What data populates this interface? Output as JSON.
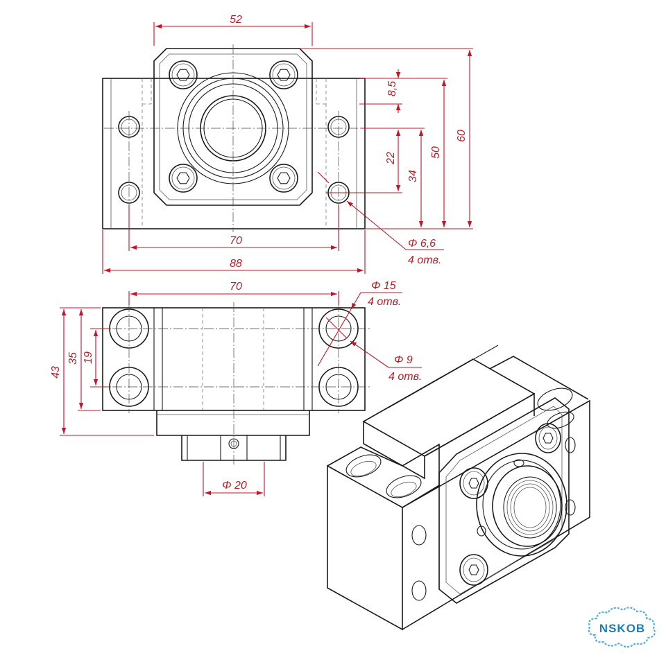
{
  "drawing": {
    "dimensions": {
      "top_width": "52",
      "right_8_5": "8,5",
      "right_60": "60",
      "right_50": "50",
      "right_34": "34",
      "right_22": "22",
      "bottom_70": "70",
      "bottom_88": "88",
      "hole_dia": "Φ 6,6",
      "hole_count": "4 отв.",
      "front_70": "70",
      "cbore_dia": "Φ 15",
      "cbore_count": "4 отв.",
      "through_dia": "Φ 9",
      "through_count": "4 отв.",
      "left_43": "43",
      "left_35": "35",
      "left_19": "19",
      "nut_dia": "Φ 20"
    }
  },
  "logo": {
    "text": "NSKOB",
    "color": "#1d7fb3"
  },
  "colors": {
    "dimension": "#c0152a",
    "line": "#1a1a1a"
  }
}
